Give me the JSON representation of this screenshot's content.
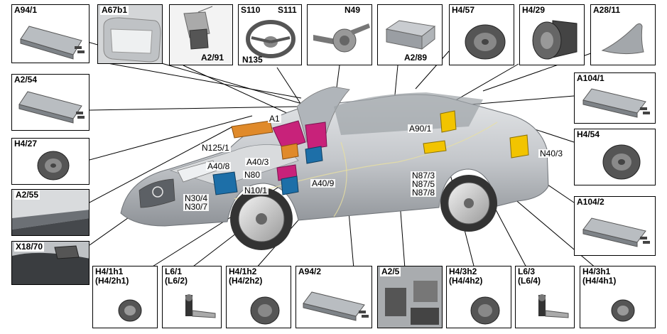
{
  "boxes": {
    "a94_1": "A94/1",
    "a67b1": "A67b1",
    "a2_91": "A2/91",
    "s110": "S110",
    "s111": "S111",
    "n135": "N135",
    "n49": "N49",
    "a2_89": "A2/89",
    "h4_57": "H4/57",
    "h4_29": "H4/29",
    "a28_11": "A28/11",
    "a2_54": "A2/54",
    "a104_1": "A104/1",
    "h4_27": "H4/27",
    "h4_54": "H4/54",
    "a2_55": "A2/55",
    "a104_2": "A104/2",
    "x18_70": "X18/70",
    "h4_1h1": [
      "H4/1h1",
      "(H4/2h1)"
    ],
    "l6_1": [
      "L6/1",
      "(L6/2)"
    ],
    "h4_1h2": [
      "H4/1h2",
      "(H4/2h2)"
    ],
    "a94_2": "A94/2",
    "a2_5": "A2/5",
    "h4_3h2": [
      "H4/3h2",
      "(H4/4h2)"
    ],
    "l6_3": [
      "L6/3",
      "(L6/4)"
    ],
    "h4_3h1": [
      "H4/3h1",
      "(H4/4h1)"
    ]
  },
  "callouts": {
    "a1": "A1",
    "n125_1": "N125/1",
    "a40_3": "A40/3",
    "a40_8": "A40/8",
    "n80": "N80",
    "n10_1": "N10/1",
    "a40_9": "A40/9",
    "n30": [
      "N30/4",
      "N30/7"
    ],
    "a90_1": "A90/1",
    "n40_3": "N40/3",
    "n87": [
      "N87/3",
      "N87/5",
      "N87/8"
    ]
  },
  "colors": {
    "magenta": "#c8227a",
    "blue": "#1d6fa8",
    "yellow": "#f2c400",
    "orange": "#e08a2a",
    "car_body": "#c4c7cb",
    "module_grey": "#8e9296"
  }
}
